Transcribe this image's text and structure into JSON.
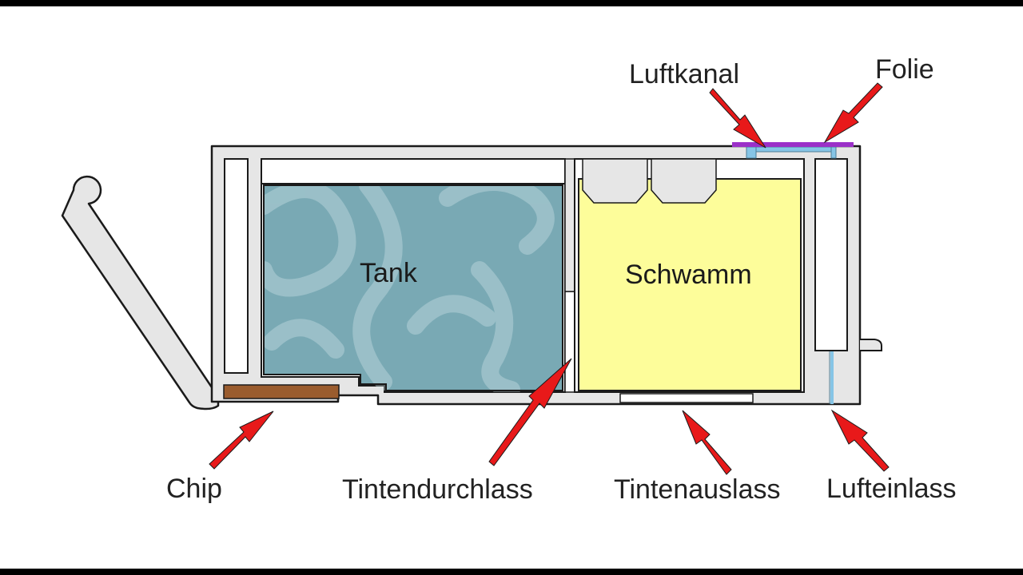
{
  "diagram": {
    "labels": {
      "tank": "Tank",
      "sponge": "Schwamm",
      "air_channel": "Luftkanal",
      "foil": "Folie",
      "chip": "Chip",
      "ink_passage": "Tintendurchlass",
      "ink_outlet": "Tintenauslass",
      "air_inlet": "Lufteinlass"
    },
    "colors": {
      "shell": "#e6e6e6",
      "outline": "#1a1a1a",
      "tank_fill": "#79a9b4",
      "sponge_fill": "#fdfd9a",
      "chip_fill": "#9a5c2e",
      "foil": "#9b30c8",
      "air_channel": "#86c5e6",
      "arrow": "#e8191a"
    }
  }
}
